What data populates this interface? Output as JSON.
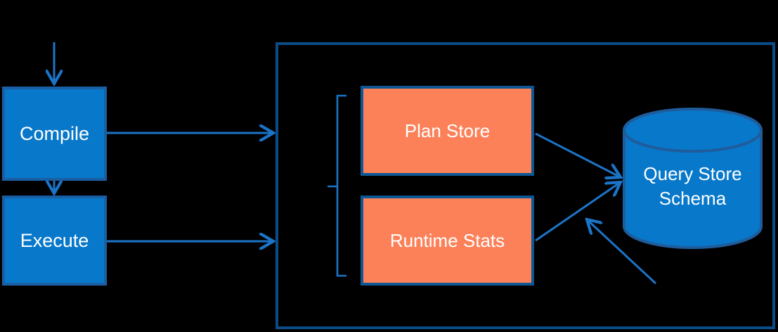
{
  "diagram": {
    "background": "#000000",
    "nodes": {
      "compile": {
        "label": "Compile"
      },
      "execute": {
        "label": "Execute"
      },
      "plan_store": {
        "label": "Plan Store"
      },
      "runtime_stats": {
        "label": "Runtime Stats"
      },
      "query_store_schema": {
        "label": "Query Store Schema",
        "shape": "database-cylinder"
      }
    },
    "shapes": {
      "query_store_container": "outlined-rectangle",
      "grouping_brace": "left-curly-brace",
      "arrowheads": "open-v-chevron"
    },
    "colors": {
      "node_fill_blue": "#0878CA",
      "node_border_blue": "#1A5FA4",
      "store_fill_orange": "#FC8159",
      "store_border_navy": "#0E5795",
      "container_border_navy": "#0C4C86",
      "cylinder_border": "#1E5C9C",
      "arrow_blue": "#1B74C8",
      "text": "#FFFFFF"
    }
  }
}
